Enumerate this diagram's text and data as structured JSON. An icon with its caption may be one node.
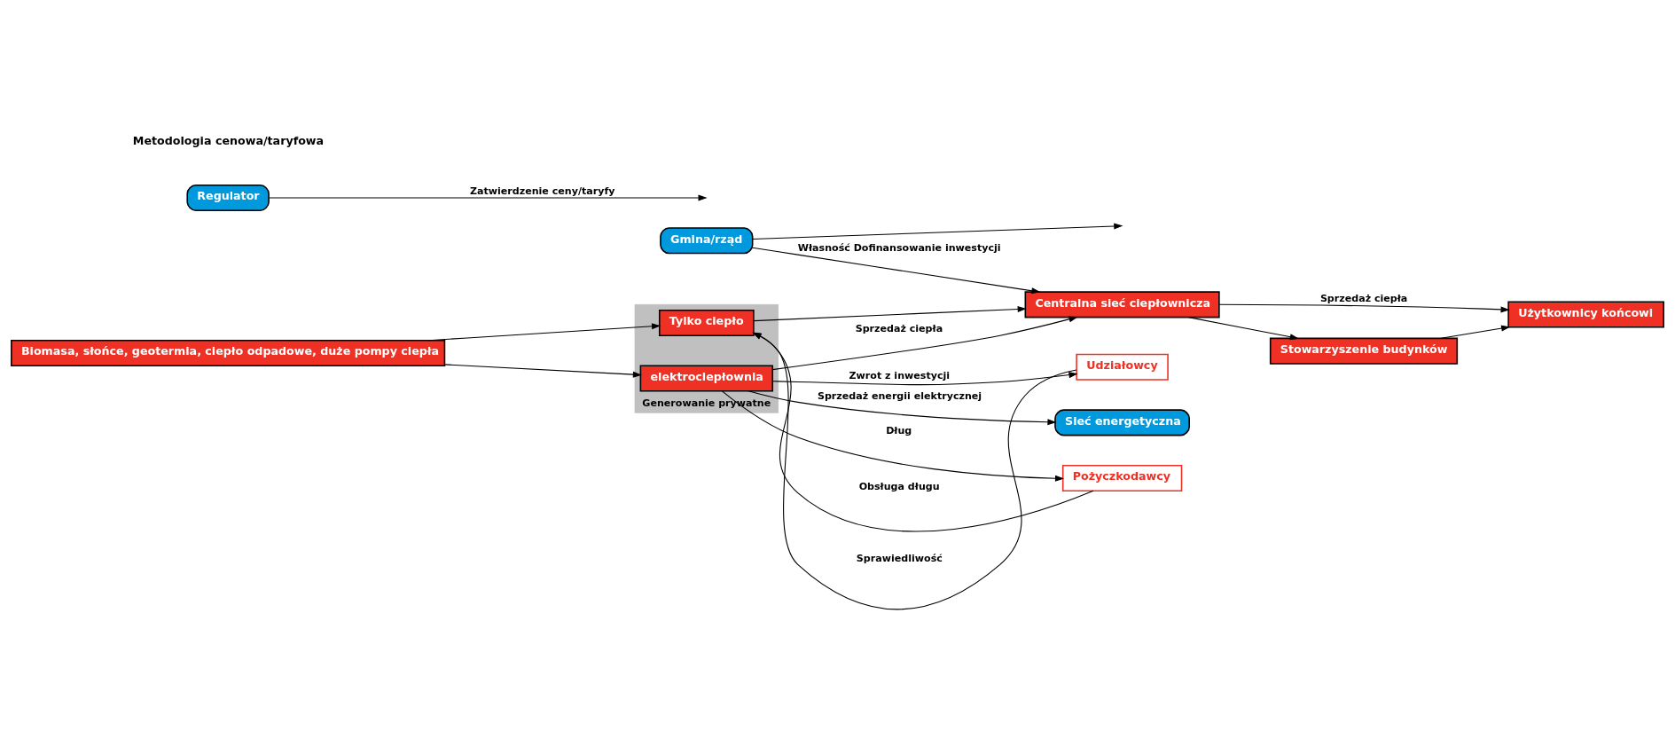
{
  "diagram": {
    "nodes": [
      {
        "text": [
          "Sieć energetyczna"
        ]
      },
      {
        "text": [
          "Gmina/rząd"
        ]
      },
      {
        "text": [
          "Regulator"
        ]
      },
      {
        "text": [
          "Biomasa, słońce, geotermia, ciepło odpadowe, duże pompy ciepła"
        ]
      },
      {
        "text": [
          "Generowanie prywatne"
        ]
      },
      {
        "text": [
          "elektrociepłownia"
        ],
        "in": 4
      },
      {
        "text": [
          "Tylko ciepło"
        ],
        "in": 4
      },
      {
        "text": [
          "Centralna sieć ciepłownicza"
        ]
      },
      {
        "text": [
          "Użytkownicy końcowi"
        ]
      },
      {
        "text": [
          "Stowarzyszenie budynków"
        ]
      },
      {
        "text": [
          "Pożyczkodawcy"
        ]
      },
      {
        "text": [
          "Udziałowcy"
        ]
      }
    ],
    "edges": [
      {
        "from": 3,
        "to": 5,
        "arrow": "to"
      },
      {
        "from": 3,
        "to": 6,
        "arrow": "to"
      },
      {
        "from": 5,
        "to": 0,
        "arrow": "to",
        "label": "Sprzedaż energii elektrycznej"
      },
      {
        "from": 5,
        "to": 7,
        "arrow": "to",
        "label": "Sprzedaż ciepła"
      },
      {
        "from": 6,
        "to": 7,
        "arrow": "to"
      },
      {
        "from": 1,
        "to": 7,
        "arrow": "to",
        "label": "Własność Dofinansowanie inwestycji"
      },
      {
        "from": 1,
        "to": null,
        "arrow": "to"
      },
      {
        "from": 2,
        "to": null,
        "arrow": "to",
        "label": "Zatwierdzenie ceny/taryfy"
      },
      {
        "from": 7,
        "to": 8,
        "arrow": "to",
        "label": "Sprzedaż ciepła"
      },
      {
        "from": 7,
        "to": 9,
        "arrow": "to"
      },
      {
        "from": 9,
        "to": 8,
        "arrow": "to"
      },
      {
        "from": 4,
        "to": 10,
        "arrow": "to",
        "label": "Dług"
      },
      {
        "from": 10,
        "to": 4,
        "arrow": "to",
        "label": "Obsługa długu"
      },
      {
        "from": 4,
        "to": 11,
        "arrow": "to",
        "label": "Zwrot z inwestycji"
      },
      {
        "from": 11,
        "to": 4,
        "arrow": "to",
        "label": "Sprawiedliwość"
      }
    ],
    "labels": [
      "Metodologia cenowa/taryfowa"
    ]
  }
}
